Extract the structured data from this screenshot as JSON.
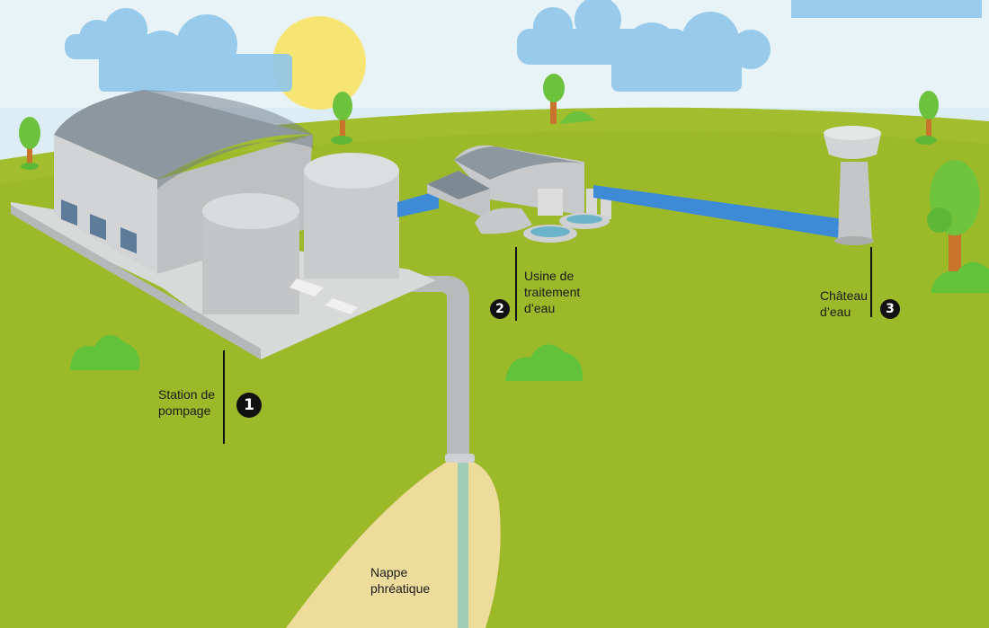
{
  "labels": {
    "station": {
      "line1": "Station de",
      "line2": "pompage",
      "number": "1"
    },
    "usine": {
      "line1": "Usine de",
      "line2": "traitement",
      "line3": "d’eau",
      "number": "2"
    },
    "chateau": {
      "line1": "Château",
      "line2": "d’eau",
      "number": "3"
    },
    "nappe": {
      "line1": "Nappe",
      "line2": "phréatique"
    }
  },
  "colors": {
    "sky": "#d9edf7",
    "grass": "#9ab82a",
    "cloud": "#8fc8ec",
    "sun": "#f6e36a",
    "building": "#c9cacb",
    "roof": "#8e9aa3",
    "pipe": "#b9babb",
    "water_pipe": "#3f8ed8",
    "aquifer": "#ecdb9c",
    "tree_leaf": "#6fc53c",
    "tree_trunk": "#c8742c",
    "bush": "#62c43a"
  }
}
